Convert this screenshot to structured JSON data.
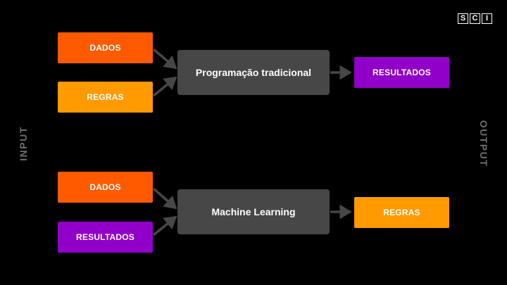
{
  "side_labels": {
    "input": "INPUT",
    "output": "OUTPUT"
  },
  "logo": {
    "letters": [
      "S",
      "C",
      "I"
    ]
  },
  "top_diagram": {
    "input_1": "DADOS",
    "input_2": "REGRAS",
    "process": "Programação tradicional",
    "output": "RESULTADOS"
  },
  "bottom_diagram": {
    "input_1": "DADOS",
    "input_2": "RESULTADOS",
    "process": "Machine Learning",
    "output": "REGRAS"
  },
  "colors": {
    "background": "#000000",
    "dados": "#ff5a00",
    "regras": "#ff9a00",
    "resultados": "#9100c8",
    "process": "#474747",
    "arrow": "#474747",
    "side_label": "#6e6e6e"
  }
}
